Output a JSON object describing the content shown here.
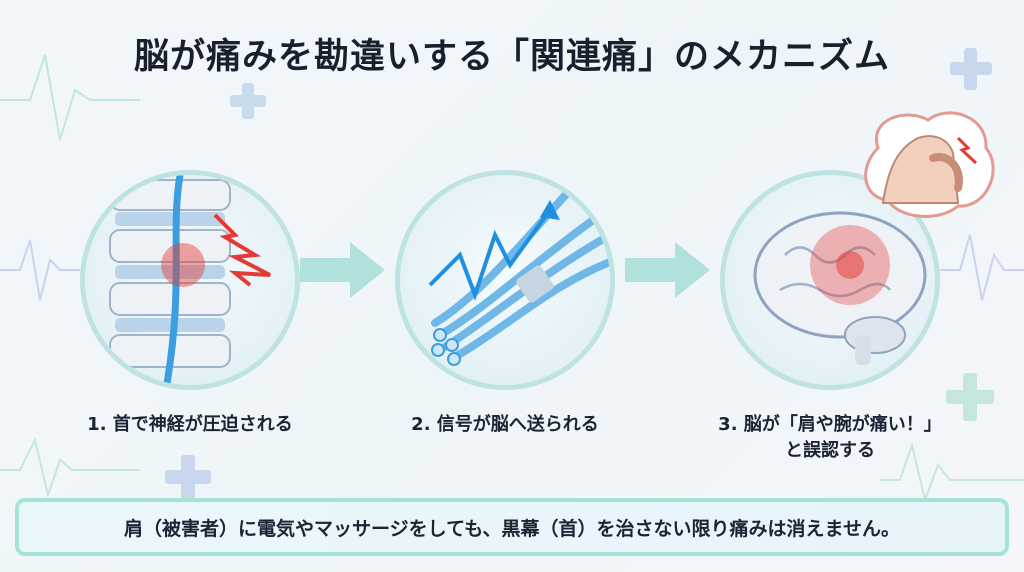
{
  "title": "脳が痛みを勘違いする「関連痛」のメカニズム",
  "steps": [
    {
      "label": "1. 首で神経が圧迫される",
      "icon": "spine-nerve-compression-icon"
    },
    {
      "label": "2. 信号が脳へ送られる",
      "icon": "nerve-signal-icon"
    },
    {
      "label_line1": "3. 脳が「肩や腕が痛い！」",
      "label_line2": "と誤認する",
      "icon": "brain-pain-icon"
    }
  ],
  "note": "肩（被害者）に電気やマッサージをしても、黒幕（首）を治さない限り痛みは消えません。",
  "colors": {
    "accent": "#a6e3d2",
    "pain": "#e53935",
    "nerve": "#3a9ee0",
    "arrow": "#9fdcd6"
  }
}
